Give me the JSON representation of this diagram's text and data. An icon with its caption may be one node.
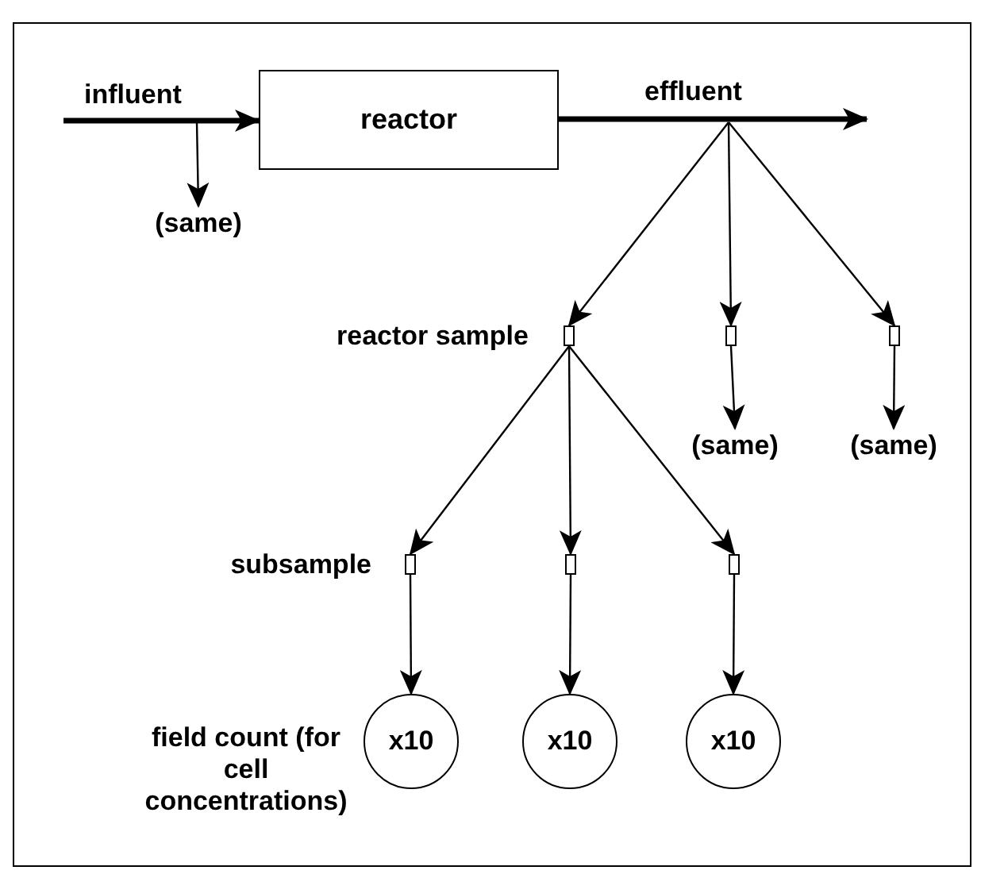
{
  "diagram": {
    "nodes": [
      {
        "text": [
          "reactor"
        ]
      },
      {
        "text": [
          "(same)"
        ]
      },
      {
        "text": [],
        "shape": "box",
        "beside": [
          "reactor sample"
        ]
      },
      {
        "text": [],
        "shape": "box"
      },
      {
        "text": [],
        "shape": "box"
      },
      {
        "text": [
          "(same)"
        ]
      },
      {
        "text": [
          "(same)"
        ]
      },
      {
        "text": [],
        "shape": "box",
        "beside": [
          "subsample"
        ]
      },
      {
        "text": [],
        "shape": "box"
      },
      {
        "text": [],
        "shape": "box"
      },
      {
        "text": [
          "x10"
        ],
        "beside": [
          "field count (for cell concentrations)"
        ]
      },
      {
        "text": [
          "x10"
        ]
      },
      {
        "text": [
          "x10"
        ]
      }
    ],
    "edges": [
      {
        "from": null,
        "to": 0,
        "arrow": "to",
        "label": "influent",
        "style": "thick"
      },
      {
        "from": null,
        "to": 1,
        "arrow": "to"
      },
      {
        "from": 0,
        "to": null,
        "arrow": "to",
        "label": "effluent",
        "style": "thick"
      },
      {
        "from": null,
        "to": 2,
        "arrow": "to"
      },
      {
        "from": null,
        "to": 3,
        "arrow": "to"
      },
      {
        "from": null,
        "to": 4,
        "arrow": "to"
      },
      {
        "from": 3,
        "to": 5,
        "arrow": "to"
      },
      {
        "from": 4,
        "to": 6,
        "arrow": "to"
      },
      {
        "from": 2,
        "to": 7,
        "arrow": "to"
      },
      {
        "from": 2,
        "to": 8,
        "arrow": "to"
      },
      {
        "from": 2,
        "to": 9,
        "arrow": "to"
      },
      {
        "from": 7,
        "to": 10,
        "arrow": "to"
      },
      {
        "from": 8,
        "to": 11,
        "arrow": "to"
      },
      {
        "from": 9,
        "to": 12,
        "arrow": "to"
      }
    ]
  }
}
